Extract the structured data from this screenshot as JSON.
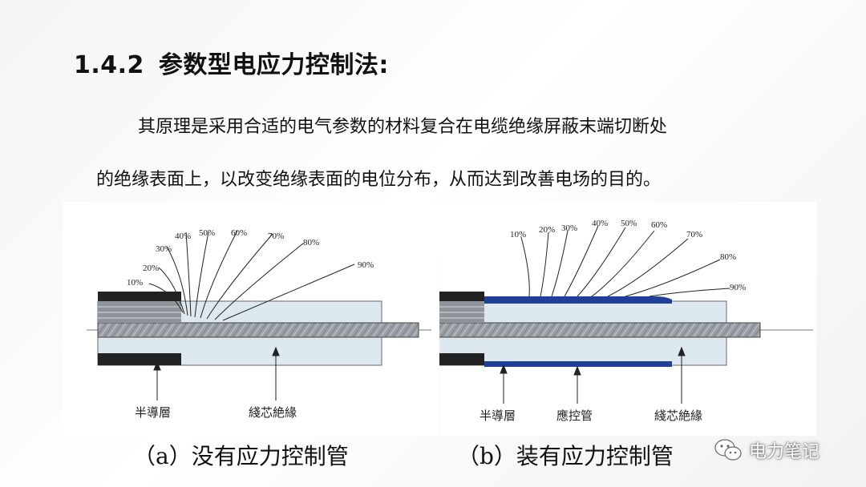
{
  "heading": {
    "number": "1.4.2",
    "title": "参数型电应力控制法:"
  },
  "paragraph": {
    "line1": "其原理是采用合适的电气参数的材料复合在电缆绝缘屏蔽末端切断处",
    "line2": "的绝缘表面上，以改变绝缘表面的电位分布，从而达到改善电场的目的。"
  },
  "diagram_a": {
    "percent_labels": [
      "10%",
      "20%",
      "30%",
      "40%",
      "50%",
      "60%",
      "70%",
      "80%",
      "90%"
    ],
    "labels": {
      "semicon": "半導層",
      "insulation": "綫芯絶緣"
    },
    "caption": "（a）没有应力控制管"
  },
  "diagram_b": {
    "percent_labels": [
      "10%",
      "20%",
      "30%",
      "40%",
      "50%",
      "60%",
      "70%",
      "80%",
      "90%"
    ],
    "labels": {
      "semicon": "半導層",
      "stress_tube": "應控管",
      "insulation": "綫芯絶緣"
    },
    "caption": "（b）装有应力控制管"
  },
  "watermark": {
    "text": "电力笔记",
    "icon": "wechat-icon"
  },
  "colors": {
    "stress_tube": "#1f3f9a",
    "insulation": "#dde8ef",
    "semicon": "#222222"
  }
}
